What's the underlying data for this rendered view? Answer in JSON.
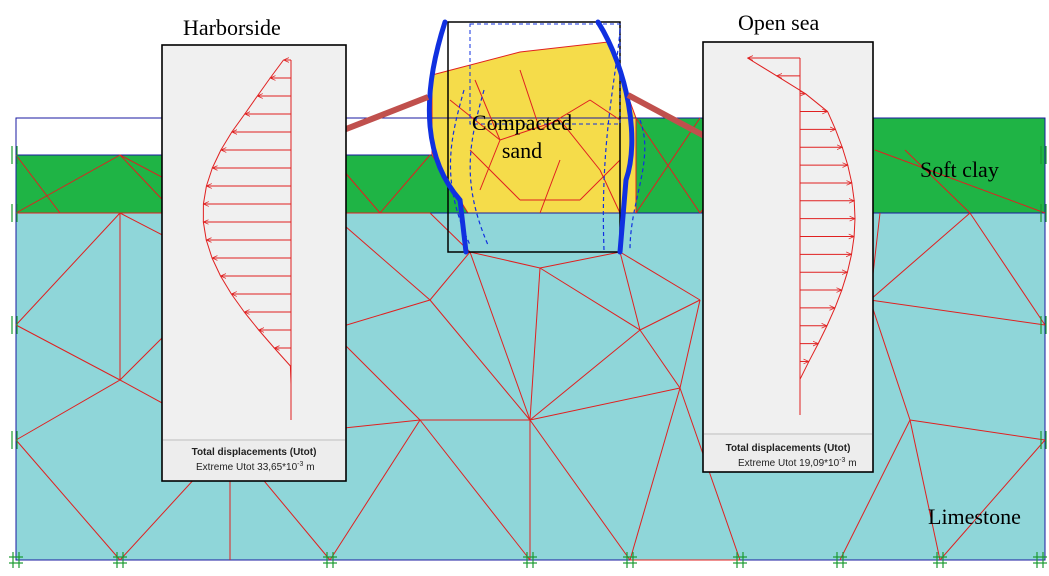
{
  "labels": {
    "harborside": "Harborside",
    "open_sea": "Open sea",
    "compacted_line1": "Compacted",
    "compacted_line2": "sand",
    "soft_clay": "Soft clay",
    "limestone": "Limestone"
  },
  "panels": {
    "left": {
      "title": "Total displacements (Utot)",
      "extreme_prefix": "Extreme Utot 33,65*10",
      "exponent": "-3",
      "unit": "m"
    },
    "right": {
      "title": "Total displacements (Utot)",
      "extreme_prefix": "Extreme Utot 19,09*10",
      "exponent": "-3",
      "unit": "m"
    }
  },
  "colors": {
    "limestone": "#8fd6d9",
    "soft_clay": "#1fb445",
    "compacted_sand": "#f5dc4a",
    "mesh": "#e02020",
    "wall": "#1030e0",
    "arrow": "#c0504d",
    "panel_bg": "#f0f0f0"
  }
}
